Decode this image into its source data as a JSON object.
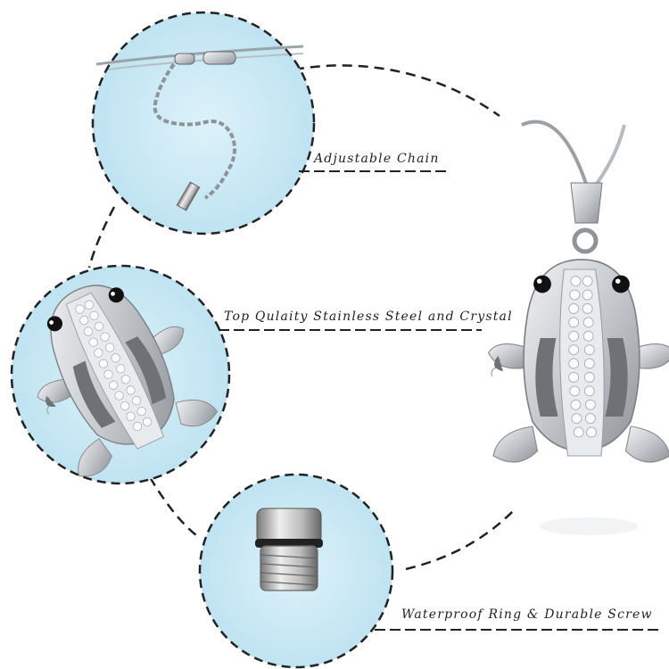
{
  "callouts": {
    "chain": "Adjustable Chain",
    "material": "Top Qulaity Stainless Steel and Crystal",
    "screw": "Waterproof Ring & Durable Screw"
  },
  "colors": {
    "circle_fill": "#c8e8f4",
    "dash": "#222222",
    "steel": "#c9ccd0",
    "enamel": "#6e7276",
    "crystal": "#f4f6f8",
    "eye": "#111111"
  },
  "icons": [
    "chain-photo",
    "frog-pendant-photo",
    "screw-cap-photo",
    "frog-pendant-main-photo"
  ]
}
